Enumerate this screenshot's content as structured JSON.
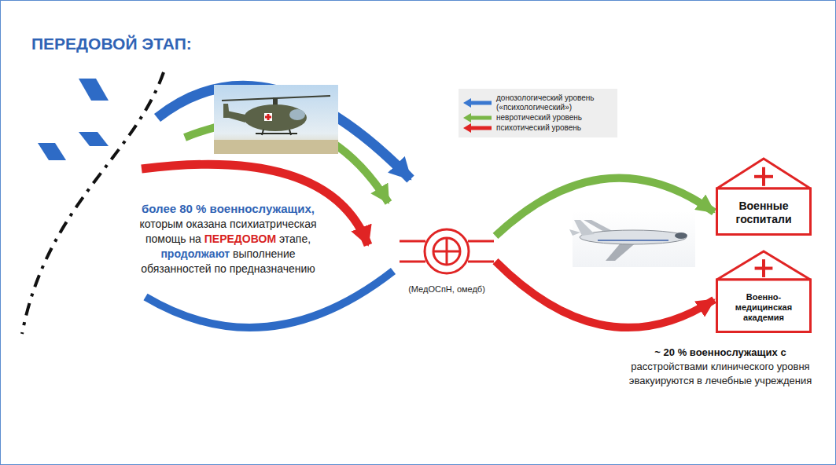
{
  "diagram": {
    "title": "ПЕРЕДОВОЙ ЭТАП:",
    "nodes": [
      {
        "text": [
          "(МедОСпН, омедб)"
        ]
      },
      {
        "text": [
          "Военные госпитали"
        ]
      },
      {
        "text": [
          "Военно-медицинская академия"
        ]
      }
    ],
    "edges": [
      {
        "from": 0,
        "to": 1,
        "arrow": "to"
      },
      {
        "from": 0,
        "to": 2,
        "arrow": "to"
      }
    ],
    "labels": [
      "более 80 % военнослужащих,",
      "которым оказана психиатрическая помощь на",
      "ПЕРЕДОВОМ",
      "этапе,",
      "продолжают",
      "выполнение обязанностей по предназначению",
      "~ 20 % военнослужащих с",
      "расстройствами клинического уровня эвакуируются в лечебные учреждения"
    ],
    "legend": [
      {
        "text": "донозологический уровень («психологический»)"
      },
      {
        "text": "невротический уровень"
      },
      {
        "text": "психотический уровень"
      }
    ]
  }
}
